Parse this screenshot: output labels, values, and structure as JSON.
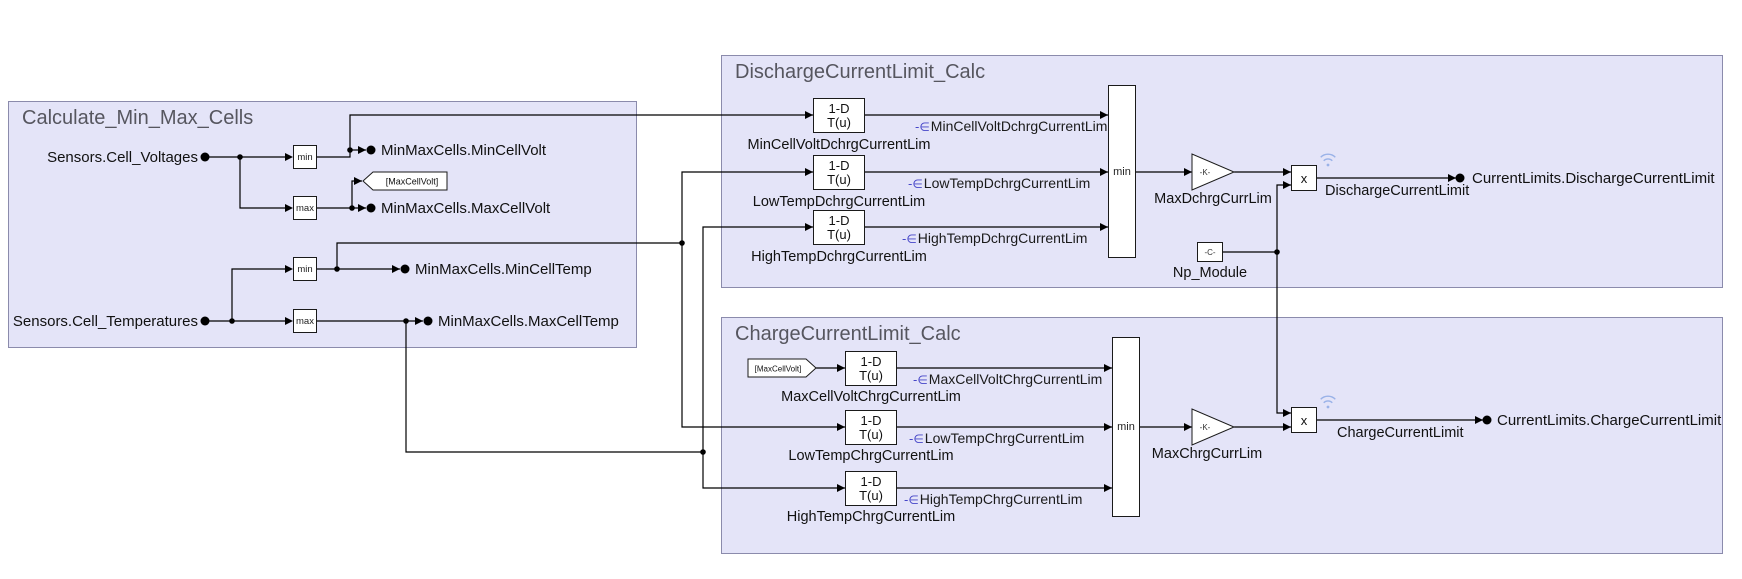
{
  "boxes": {
    "calc_title": "Calculate_Min_Max_Cells",
    "discharge_title": "DischargeCurrentLimit_Calc",
    "charge_title": "ChargeCurrentLimit_Calc"
  },
  "ports": {
    "cell_voltages": "Sensors.Cell_Voltages",
    "cell_temperatures": "Sensors.Cell_Temperatures",
    "min_cell_volt": "MinMaxCells.MinCellVolt",
    "max_cell_volt": "MinMaxCells.MaxCellVolt",
    "min_cell_temp": "MinMaxCells.MinCellTemp",
    "max_cell_temp": "MinMaxCells.MaxCellTemp",
    "discharge_limit": "CurrentLimits.DischargeCurrentLimit",
    "charge_limit": "CurrentLimits.ChargeCurrentLimit"
  },
  "blocks": {
    "min": "min",
    "max": "max",
    "minmax_min": "min",
    "lookup_top": "1-D",
    "lookup_bottom": "T(u)",
    "gain": "-K-",
    "constant": "-C-",
    "product": "x",
    "goto_tag": "[MaxCellVolt]",
    "from_tag": "[MaxCellVolt]",
    "d1": "MinCellVoltDchrgCurrentLim",
    "d2": "LowTempDchrgCurrentLim",
    "d3": "HighTempDchrgCurrentLim",
    "c1": "MaxCellVoltChrgCurrentLim",
    "c2": "LowTempChrgCurrentLim",
    "c3": "HighTempChrgCurrentLim",
    "gain_d": "MaxDchrgCurrLim",
    "gain_c": "MaxChrgCurrLim",
    "np": "Np_Module"
  },
  "signals": {
    "marker": "-∈",
    "d1": "MinCellVoltDchrgCurrentLim",
    "d2": "LowTempDchrgCurrentLim",
    "d3": "HighTempDchrgCurrentLim",
    "c1": "MaxCellVoltChrgCurrentLim",
    "c2": "LowTempChrgCurrentLim",
    "c3": "HighTempChrgCurrentLim",
    "discharge_wire": "DischargeCurrentLimit",
    "charge_wire": "ChargeCurrentLimit"
  },
  "colors": {
    "box_fill": "#e4e4f8",
    "box_border": "#8b8bac",
    "wire": "#000000",
    "title": "#56565f",
    "signal_marker": "#4646c8",
    "badge": "#9ab2e8"
  }
}
